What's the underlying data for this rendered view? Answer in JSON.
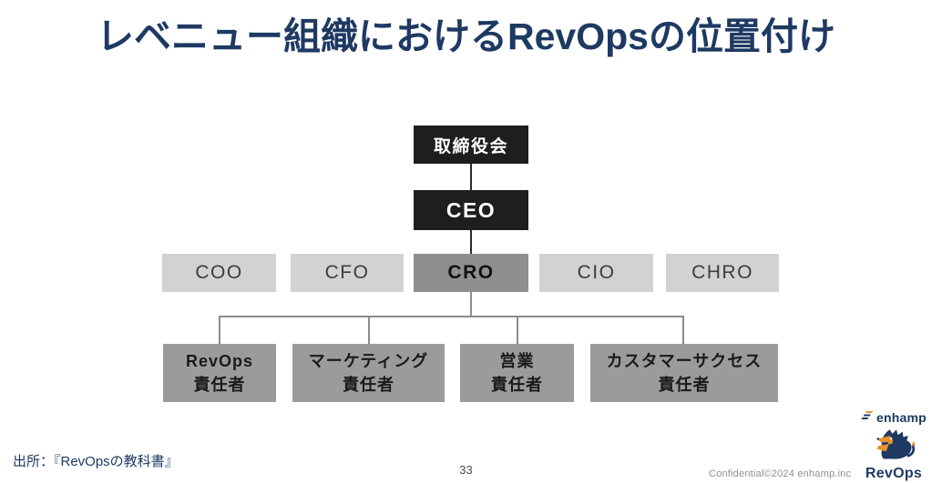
{
  "title": "レベニュー組織におけるRevOpsの位置付け",
  "org_chart": {
    "board_label": "取締役会",
    "ceo_label": "CEO",
    "c_suite": [
      {
        "id": "coo",
        "label": "COO"
      },
      {
        "id": "cfo",
        "label": "CFO"
      },
      {
        "id": "cro",
        "label": "CRO",
        "highlighted": true
      },
      {
        "id": "cio",
        "label": "CIO"
      },
      {
        "id": "chro",
        "label": "CHRO"
      }
    ],
    "reports": [
      {
        "id": "revops",
        "line1": "RevOps",
        "line2": "責任者"
      },
      {
        "id": "marketing",
        "line1": "マーケティング",
        "line2": "責任者"
      },
      {
        "id": "sales",
        "line1": "営業",
        "line2": "責任者"
      },
      {
        "id": "customer_success",
        "line1": "カスタマーサクセス",
        "line2": "責任者"
      }
    ]
  },
  "footer": {
    "source": "出所：『RevOpsの教科書』",
    "page_number": "33",
    "confidential": "Confidential©2024 enhamp.inc"
  },
  "logo": {
    "company": "enhamp",
    "product": "RevOps"
  },
  "colors": {
    "title_navy": "#1e3a63",
    "box_black": "#1e1e1e",
    "box_light_gray": "#d2d2d2",
    "box_cro_gray": "#8f8f8f",
    "box_report_gray": "#9b9b9b",
    "connector_dark": "#2b2b2b",
    "connector_gray": "#8c8c8c",
    "logo_orange": "#e8922e",
    "footer_gray": "#8f8f8f",
    "page_gray": "#4a4a4a"
  }
}
